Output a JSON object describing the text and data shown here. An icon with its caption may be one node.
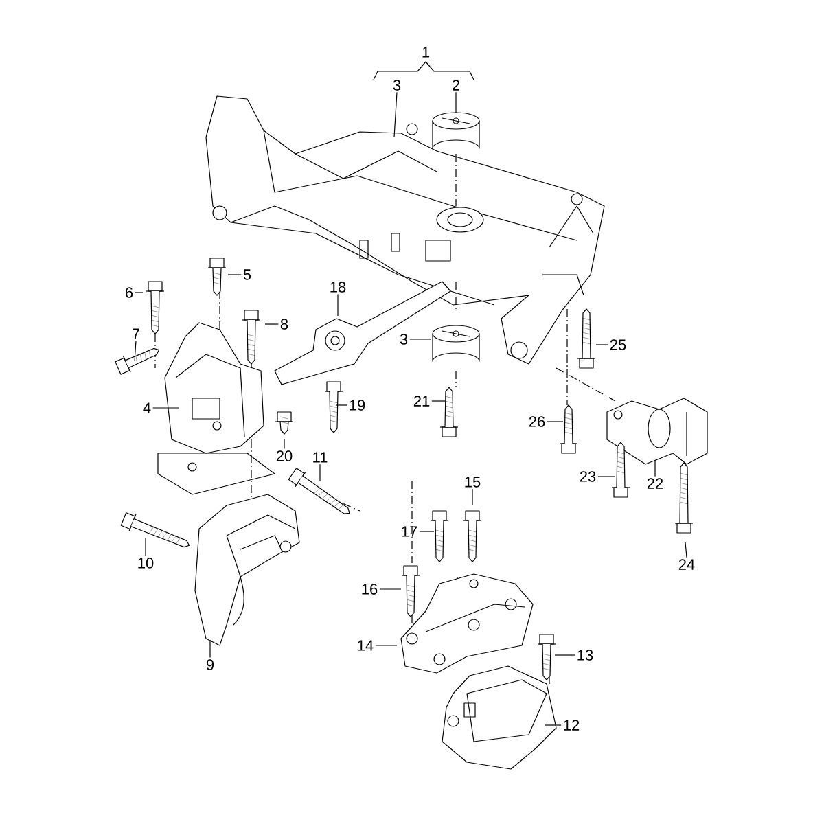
{
  "diagram": {
    "nodes": [
      {
        "text": [
          "1"
        ]
      },
      {
        "text": [
          "3"
        ]
      },
      {
        "text": [
          "2"
        ]
      },
      {
        "text": [
          "5"
        ]
      },
      {
        "text": [
          "6"
        ]
      },
      {
        "text": [
          "8"
        ]
      },
      {
        "text": [
          "18"
        ]
      },
      {
        "text": [
          "7"
        ]
      },
      {
        "text": [
          "3"
        ]
      },
      {
        "text": [
          "25"
        ]
      },
      {
        "text": [
          "4"
        ]
      },
      {
        "text": [
          "21"
        ]
      },
      {
        "text": [
          "19"
        ]
      },
      {
        "text": [
          "26"
        ]
      },
      {
        "text": [
          "20"
        ]
      },
      {
        "text": [
          "11"
        ]
      },
      {
        "text": [
          "23"
        ]
      },
      {
        "text": [
          "22"
        ]
      },
      {
        "text": [
          "15"
        ]
      },
      {
        "text": [
          "17"
        ]
      },
      {
        "text": [
          "10"
        ]
      },
      {
        "text": [
          "24"
        ]
      },
      {
        "text": [
          "16"
        ]
      },
      {
        "text": [
          "14"
        ]
      },
      {
        "text": [
          "13"
        ]
      },
      {
        "text": [
          "9"
        ]
      },
      {
        "text": [
          "12"
        ]
      }
    ],
    "edges": [
      {
        "from": 1,
        "to": null,
        "arrow": "none"
      },
      {
        "from": 2,
        "to": null,
        "arrow": "none"
      },
      {
        "from": 3,
        "to": null,
        "arrow": "none"
      },
      {
        "from": 4,
        "to": null,
        "arrow": "none"
      },
      {
        "from": 5,
        "to": null,
        "arrow": "none"
      },
      {
        "from": 6,
        "to": null,
        "arrow": "none"
      },
      {
        "from": 7,
        "to": null,
        "arrow": "none"
      },
      {
        "from": 8,
        "to": null,
        "arrow": "none"
      },
      {
        "from": 9,
        "to": null,
        "arrow": "none"
      },
      {
        "from": 10,
        "to": null,
        "arrow": "none"
      },
      {
        "from": 11,
        "to": null,
        "arrow": "none"
      },
      {
        "from": 12,
        "to": null,
        "arrow": "none"
      },
      {
        "from": 13,
        "to": null,
        "arrow": "none"
      },
      {
        "from": 14,
        "to": null,
        "arrow": "none"
      },
      {
        "from": 15,
        "to": null,
        "arrow": "none"
      },
      {
        "from": 16,
        "to": null,
        "arrow": "none"
      },
      {
        "from": 17,
        "to": null,
        "arrow": "none"
      },
      {
        "from": 18,
        "to": null,
        "arrow": "none"
      },
      {
        "from": 19,
        "to": null,
        "arrow": "none"
      },
      {
        "from": 20,
        "to": null,
        "arrow": "none"
      },
      {
        "from": 21,
        "to": null,
        "arrow": "none"
      },
      {
        "from": 22,
        "to": null,
        "arrow": "none"
      },
      {
        "from": 23,
        "to": null,
        "arrow": "none"
      },
      {
        "from": 24,
        "to": null,
        "arrow": "none"
      },
      {
        "from": 25,
        "to": null,
        "arrow": "none"
      },
      {
        "from": 26,
        "to": null,
        "arrow": "none"
      }
    ]
  }
}
